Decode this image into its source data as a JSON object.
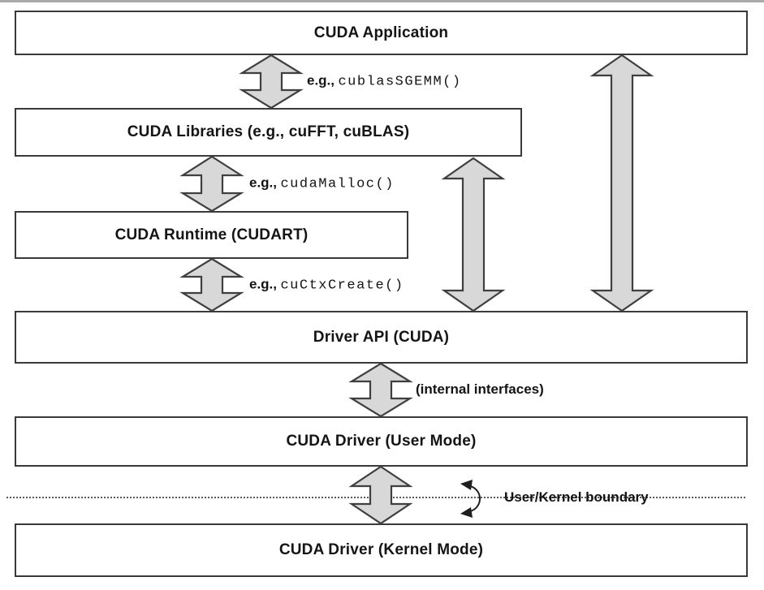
{
  "diagram": {
    "boxes": [
      {
        "label": "CUDA Application"
      },
      {
        "label": "CUDA Libraries (e.g., cuFFT, cuBLAS)"
      },
      {
        "label": "CUDA Runtime (CUDART)"
      },
      {
        "label": "Driver API (CUDA)"
      },
      {
        "label": "CUDA Driver (User Mode)"
      },
      {
        "label": "CUDA Driver (Kernel Mode)"
      }
    ],
    "call_labels": [
      {
        "prefix": "e.g.,",
        "code": "cublasSGEMM()"
      },
      {
        "prefix": "e.g.,",
        "code": "cudaMalloc()"
      },
      {
        "prefix": "e.g.,",
        "code": "cuCtxCreate()"
      }
    ],
    "internal_interfaces_label": "(internal interfaces)",
    "boundary_label": "User/Kernel boundary",
    "connections": [
      {
        "from": "CUDA Application",
        "to": "CUDA Libraries (e.g., cuFFT, cuBLAS)",
        "label": "e.g., cublasSGEMM()"
      },
      {
        "from": "CUDA Libraries (e.g., cuFFT, cuBLAS)",
        "to": "CUDA Runtime (CUDART)",
        "label": "e.g., cudaMalloc()"
      },
      {
        "from": "CUDA Runtime (CUDART)",
        "to": "Driver API (CUDA)",
        "label": "e.g., cuCtxCreate()"
      },
      {
        "from": "CUDA Libraries (e.g., cuFFT, cuBLAS)",
        "to": "Driver API (CUDA)",
        "label": ""
      },
      {
        "from": "CUDA Application",
        "to": "Driver API (CUDA)",
        "label": ""
      },
      {
        "from": "Driver API (CUDA)",
        "to": "CUDA Driver (User Mode)",
        "label": "(internal interfaces)"
      },
      {
        "from": "CUDA Driver (User Mode)",
        "to": "CUDA Driver (Kernel Mode)",
        "label": "User/Kernel boundary"
      }
    ],
    "colors": {
      "arrow_fill": "#d8d8d8",
      "arrow_stroke": "#3f3f3f",
      "box_border": "#3a3a3a",
      "text": "#141414",
      "boundary_line": "#5a5a5a",
      "top_band": "#a9a9a9"
    }
  }
}
